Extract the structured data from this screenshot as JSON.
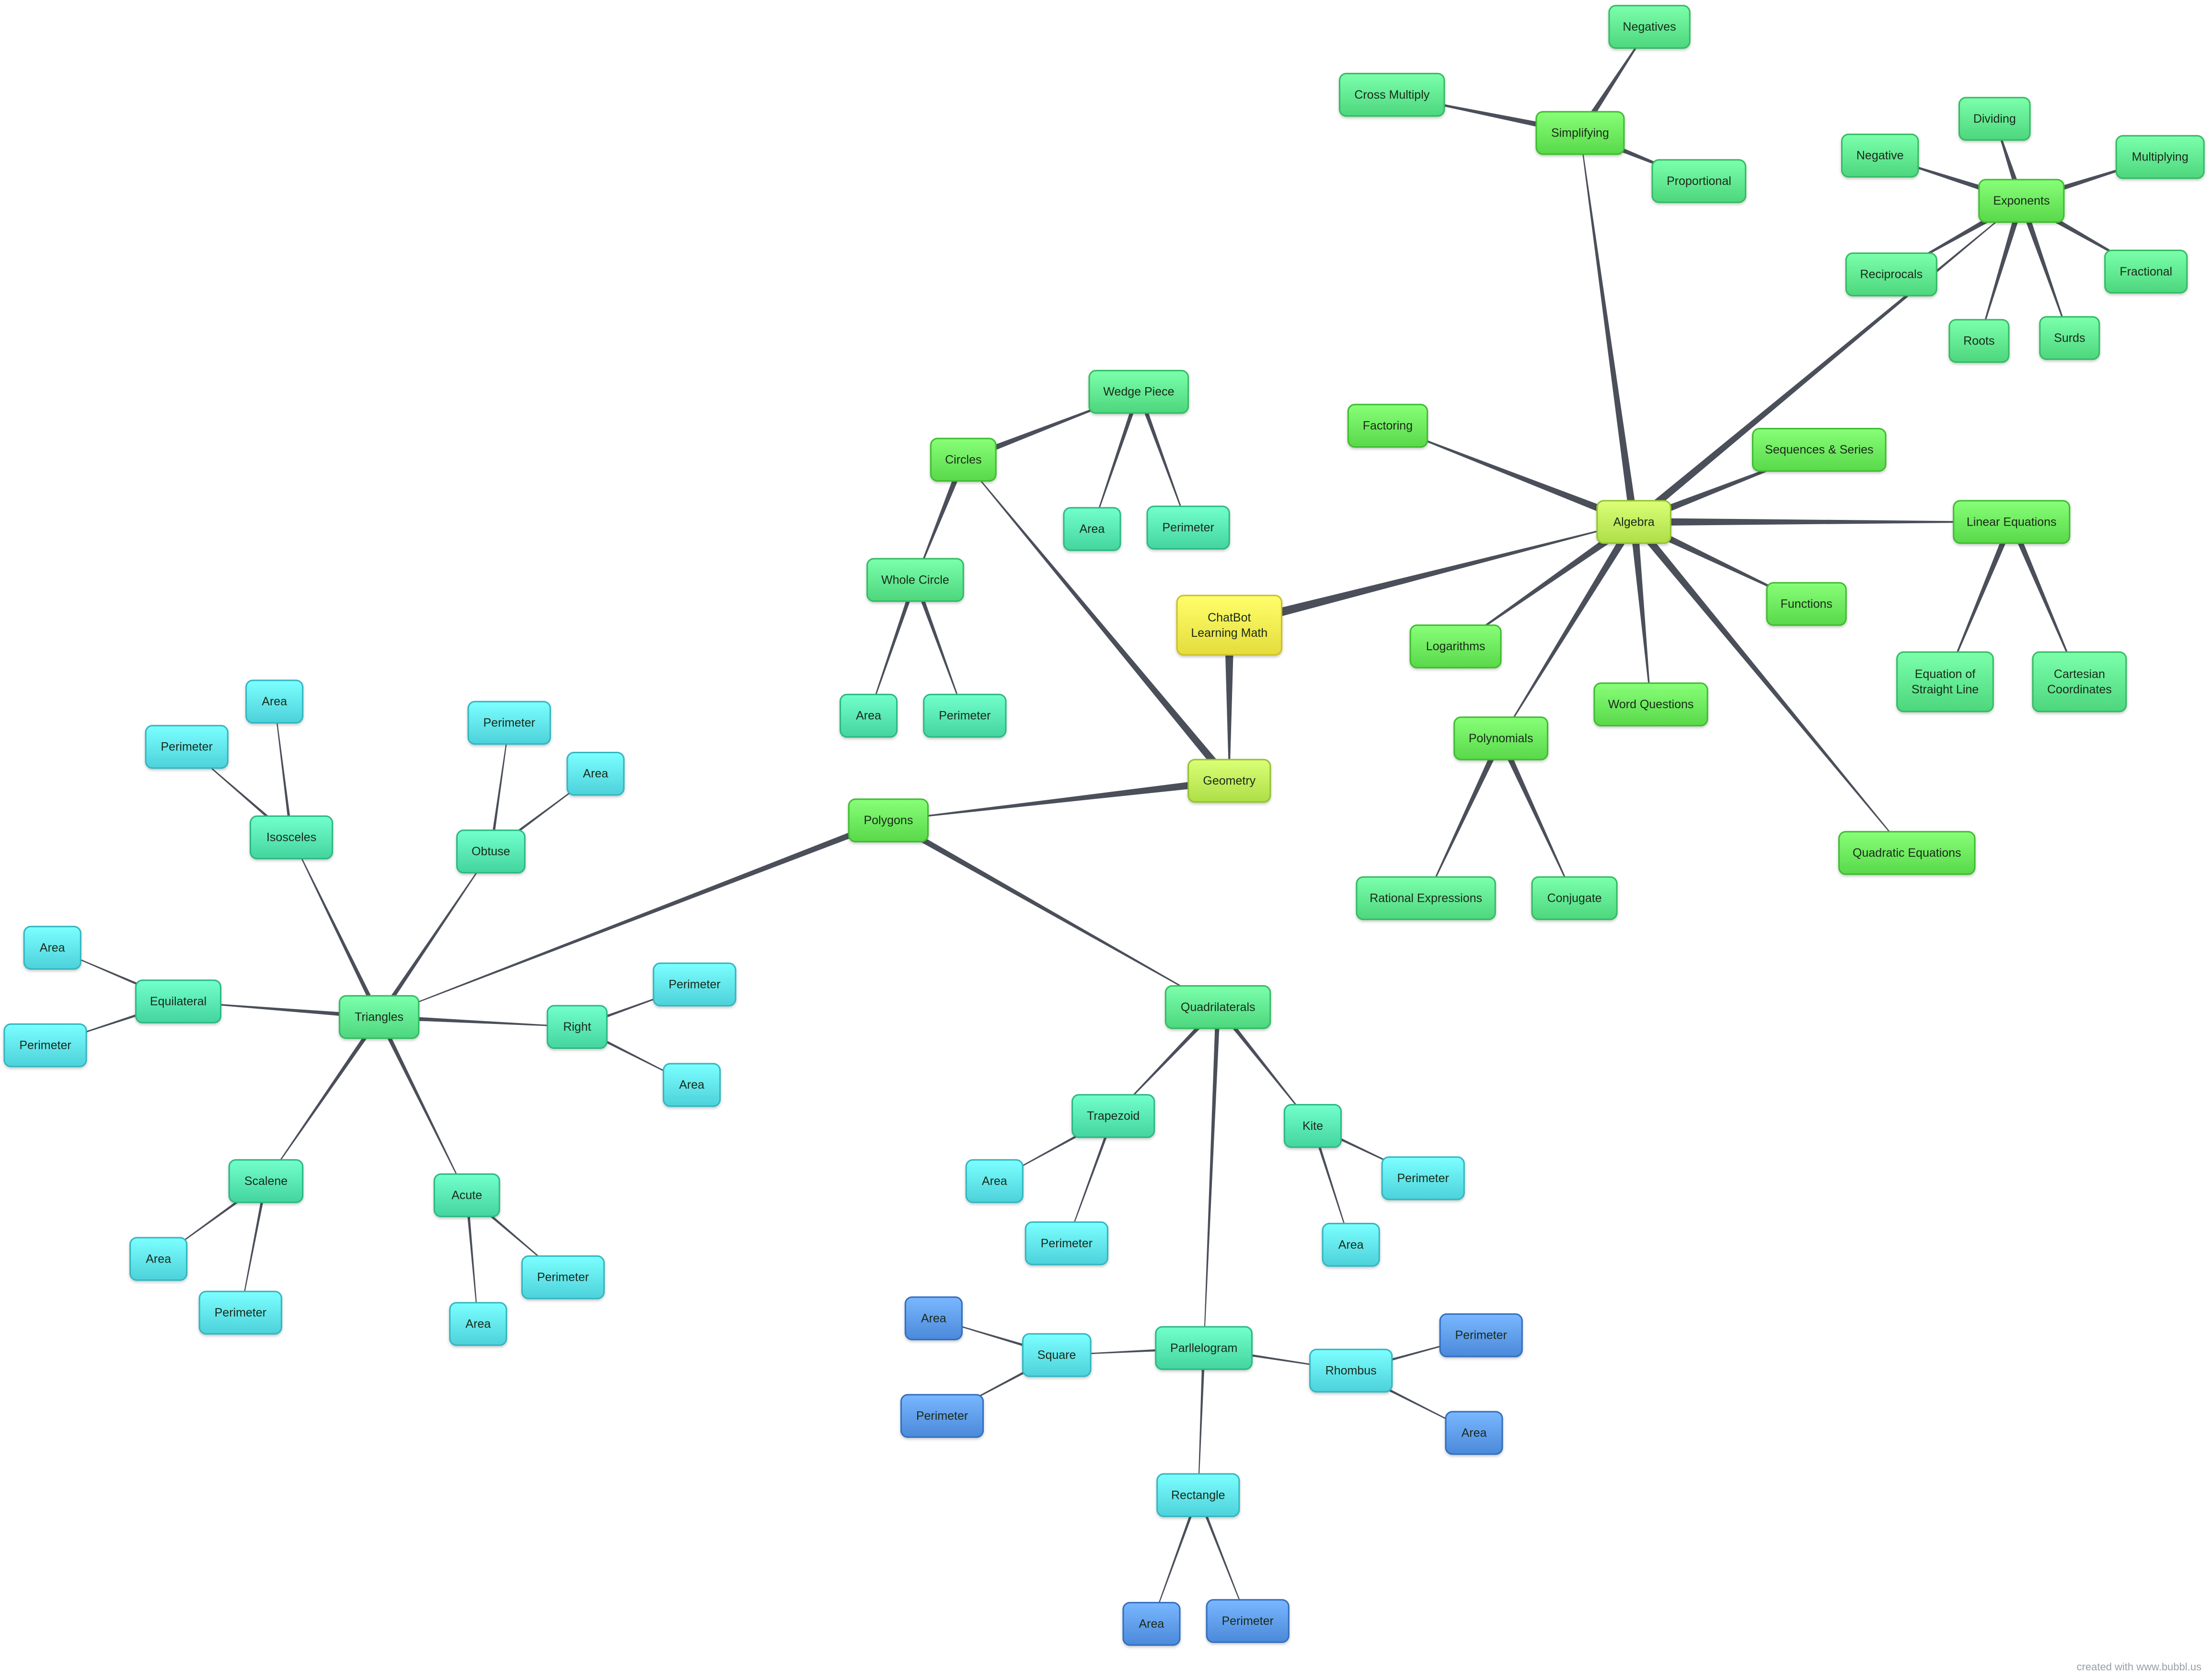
{
  "footer": "created with www.bubbl.us",
  "colors": {
    "edge": "#4a4f5a",
    "root": "#f7ee4f",
    "yellowgreen": "#bff05a",
    "green": "#6bea5c",
    "mint": "#5fe88f",
    "teal": "#56e6b0",
    "cyan": "#5fe3ec",
    "blue": "#5d9bec"
  },
  "diagram": {
    "root": "root",
    "nodes": [
      {
        "id": "root",
        "lines": [
          "ChatBot",
          "Learning Math"
        ],
        "color": "root"
      },
      {
        "id": "algebra",
        "lines": [
          "Algebra"
        ],
        "color": "yellowgreen"
      },
      {
        "id": "geometry",
        "lines": [
          "Geometry"
        ],
        "color": "yellowgreen"
      },
      {
        "id": "simplifying",
        "lines": [
          "Simplifying"
        ],
        "color": "green"
      },
      {
        "id": "negatives",
        "lines": [
          "Negatives"
        ],
        "color": "mint"
      },
      {
        "id": "crossmultiply",
        "lines": [
          "Cross Multiply"
        ],
        "color": "mint"
      },
      {
        "id": "proportional",
        "lines": [
          "Proportional"
        ],
        "color": "mint"
      },
      {
        "id": "exponents",
        "lines": [
          "Exponents"
        ],
        "color": "green"
      },
      {
        "id": "dividing",
        "lines": [
          "Dividing"
        ],
        "color": "mint"
      },
      {
        "id": "negative",
        "lines": [
          "Negative"
        ],
        "color": "mint"
      },
      {
        "id": "multiplying",
        "lines": [
          "Multiplying"
        ],
        "color": "mint"
      },
      {
        "id": "fractional",
        "lines": [
          "Fractional"
        ],
        "color": "mint"
      },
      {
        "id": "reciprocals",
        "lines": [
          "Reciprocals"
        ],
        "color": "mint"
      },
      {
        "id": "roots",
        "lines": [
          "Roots"
        ],
        "color": "mint"
      },
      {
        "id": "surds",
        "lines": [
          "Surds"
        ],
        "color": "mint"
      },
      {
        "id": "factoring",
        "lines": [
          "Factoring"
        ],
        "color": "green"
      },
      {
        "id": "sequences",
        "lines": [
          "Sequences & Series"
        ],
        "color": "green"
      },
      {
        "id": "linear",
        "lines": [
          "Linear Equations"
        ],
        "color": "green"
      },
      {
        "id": "eqline",
        "lines": [
          "Equation of",
          "Straight Line"
        ],
        "color": "mint"
      },
      {
        "id": "cartesian",
        "lines": [
          "Cartesian",
          "Coordinates"
        ],
        "color": "mint"
      },
      {
        "id": "functions",
        "lines": [
          "Functions"
        ],
        "color": "green"
      },
      {
        "id": "logarithms",
        "lines": [
          "Logarithms"
        ],
        "color": "green"
      },
      {
        "id": "wordq",
        "lines": [
          "Word Questions"
        ],
        "color": "green"
      },
      {
        "id": "polynomials",
        "lines": [
          "Polynomials"
        ],
        "color": "green"
      },
      {
        "id": "rational",
        "lines": [
          "Rational Expressions"
        ],
        "color": "mint"
      },
      {
        "id": "conjugate",
        "lines": [
          "Conjugate"
        ],
        "color": "mint"
      },
      {
        "id": "quadratic",
        "lines": [
          "Quadratic Equations"
        ],
        "color": "green"
      },
      {
        "id": "circles",
        "lines": [
          "Circles"
        ],
        "color": "green"
      },
      {
        "id": "wedge",
        "lines": [
          "Wedge Piece"
        ],
        "color": "mint"
      },
      {
        "id": "wedge-area",
        "lines": [
          "Area"
        ],
        "color": "teal"
      },
      {
        "id": "wedge-perim",
        "lines": [
          "Perimeter"
        ],
        "color": "teal"
      },
      {
        "id": "whole",
        "lines": [
          "Whole Circle"
        ],
        "color": "mint"
      },
      {
        "id": "whole-area",
        "lines": [
          "Area"
        ],
        "color": "teal"
      },
      {
        "id": "whole-perim",
        "lines": [
          "Perimeter"
        ],
        "color": "teal"
      },
      {
        "id": "polygons",
        "lines": [
          "Polygons"
        ],
        "color": "green"
      },
      {
        "id": "triangles",
        "lines": [
          "Triangles"
        ],
        "color": "mint"
      },
      {
        "id": "isosceles",
        "lines": [
          "Isosceles"
        ],
        "color": "teal"
      },
      {
        "id": "iso-area",
        "lines": [
          "Area"
        ],
        "color": "cyan"
      },
      {
        "id": "iso-perim",
        "lines": [
          "Perimeter"
        ],
        "color": "cyan"
      },
      {
        "id": "obtuse",
        "lines": [
          "Obtuse"
        ],
        "color": "teal"
      },
      {
        "id": "obt-perim",
        "lines": [
          "Perimeter"
        ],
        "color": "cyan"
      },
      {
        "id": "obt-area",
        "lines": [
          "Area"
        ],
        "color": "cyan"
      },
      {
        "id": "equilateral",
        "lines": [
          "Equilateral"
        ],
        "color": "teal"
      },
      {
        "id": "equ-area",
        "lines": [
          "Area"
        ],
        "color": "cyan"
      },
      {
        "id": "equ-perim",
        "lines": [
          "Perimeter"
        ],
        "color": "cyan"
      },
      {
        "id": "right",
        "lines": [
          "Right"
        ],
        "color": "teal"
      },
      {
        "id": "right-perim",
        "lines": [
          "Perimeter"
        ],
        "color": "cyan"
      },
      {
        "id": "right-area",
        "lines": [
          "Area"
        ],
        "color": "cyan"
      },
      {
        "id": "scalene",
        "lines": [
          "Scalene"
        ],
        "color": "teal"
      },
      {
        "id": "sca-area",
        "lines": [
          "Area"
        ],
        "color": "cyan"
      },
      {
        "id": "sca-perim",
        "lines": [
          "Perimeter"
        ],
        "color": "cyan"
      },
      {
        "id": "acute",
        "lines": [
          "Acute"
        ],
        "color": "teal"
      },
      {
        "id": "acu-perim",
        "lines": [
          "Perimeter"
        ],
        "color": "cyan"
      },
      {
        "id": "acu-area",
        "lines": [
          "Area"
        ],
        "color": "cyan"
      },
      {
        "id": "quadrilaterals",
        "lines": [
          "Quadrilaterals"
        ],
        "color": "mint"
      },
      {
        "id": "trapezoid",
        "lines": [
          "Trapezoid"
        ],
        "color": "teal"
      },
      {
        "id": "trap-area",
        "lines": [
          "Area"
        ],
        "color": "cyan"
      },
      {
        "id": "trap-perim",
        "lines": [
          "Perimeter"
        ],
        "color": "cyan"
      },
      {
        "id": "kite",
        "lines": [
          "Kite"
        ],
        "color": "teal"
      },
      {
        "id": "kite-perim",
        "lines": [
          "Perimeter"
        ],
        "color": "cyan"
      },
      {
        "id": "kite-area",
        "lines": [
          "Area"
        ],
        "color": "cyan"
      },
      {
        "id": "parallelogram",
        "lines": [
          "Parllelogram"
        ],
        "color": "teal"
      },
      {
        "id": "square",
        "lines": [
          "Square"
        ],
        "color": "cyan"
      },
      {
        "id": "sq-area",
        "lines": [
          "Area"
        ],
        "color": "blue"
      },
      {
        "id": "sq-perim",
        "lines": [
          "Perimeter"
        ],
        "color": "blue"
      },
      {
        "id": "rhombus",
        "lines": [
          "Rhombus"
        ],
        "color": "cyan"
      },
      {
        "id": "rh-perim",
        "lines": [
          "Perimeter"
        ],
        "color": "blue"
      },
      {
        "id": "rh-area",
        "lines": [
          "Area"
        ],
        "color": "blue"
      },
      {
        "id": "rectangle",
        "lines": [
          "Rectangle"
        ],
        "color": "cyan"
      },
      {
        "id": "rect-area",
        "lines": [
          "Area"
        ],
        "color": "blue"
      },
      {
        "id": "rect-perim",
        "lines": [
          "Perimeter"
        ],
        "color": "blue"
      }
    ],
    "edges": [
      [
        "root",
        "algebra"
      ],
      [
        "root",
        "geometry"
      ],
      [
        "algebra",
        "simplifying"
      ],
      [
        "simplifying",
        "negatives"
      ],
      [
        "simplifying",
        "crossmultiply"
      ],
      [
        "simplifying",
        "proportional"
      ],
      [
        "algebra",
        "exponents"
      ],
      [
        "exponents",
        "dividing"
      ],
      [
        "exponents",
        "negative"
      ],
      [
        "exponents",
        "multiplying"
      ],
      [
        "exponents",
        "fractional"
      ],
      [
        "exponents",
        "reciprocals"
      ],
      [
        "exponents",
        "roots"
      ],
      [
        "exponents",
        "surds"
      ],
      [
        "algebra",
        "factoring"
      ],
      [
        "algebra",
        "sequences"
      ],
      [
        "algebra",
        "linear"
      ],
      [
        "linear",
        "eqline"
      ],
      [
        "linear",
        "cartesian"
      ],
      [
        "algebra",
        "functions"
      ],
      [
        "algebra",
        "logarithms"
      ],
      [
        "algebra",
        "wordq"
      ],
      [
        "algebra",
        "polynomials"
      ],
      [
        "polynomials",
        "rational"
      ],
      [
        "polynomials",
        "conjugate"
      ],
      [
        "algebra",
        "quadratic"
      ],
      [
        "geometry",
        "circles"
      ],
      [
        "circles",
        "wedge"
      ],
      [
        "wedge",
        "wedge-area"
      ],
      [
        "wedge",
        "wedge-perim"
      ],
      [
        "circles",
        "whole"
      ],
      [
        "whole",
        "whole-area"
      ],
      [
        "whole",
        "whole-perim"
      ],
      [
        "geometry",
        "polygons"
      ],
      [
        "polygons",
        "triangles"
      ],
      [
        "triangles",
        "isosceles"
      ],
      [
        "isosceles",
        "iso-area"
      ],
      [
        "isosceles",
        "iso-perim"
      ],
      [
        "triangles",
        "obtuse"
      ],
      [
        "obtuse",
        "obt-perim"
      ],
      [
        "obtuse",
        "obt-area"
      ],
      [
        "triangles",
        "equilateral"
      ],
      [
        "equilateral",
        "equ-area"
      ],
      [
        "equilateral",
        "equ-perim"
      ],
      [
        "triangles",
        "right"
      ],
      [
        "right",
        "right-perim"
      ],
      [
        "right",
        "right-area"
      ],
      [
        "triangles",
        "scalene"
      ],
      [
        "scalene",
        "sca-area"
      ],
      [
        "scalene",
        "sca-perim"
      ],
      [
        "triangles",
        "acute"
      ],
      [
        "acute",
        "acu-perim"
      ],
      [
        "acute",
        "acu-area"
      ],
      [
        "polygons",
        "quadrilaterals"
      ],
      [
        "quadrilaterals",
        "trapezoid"
      ],
      [
        "trapezoid",
        "trap-area"
      ],
      [
        "trapezoid",
        "trap-perim"
      ],
      [
        "quadrilaterals",
        "kite"
      ],
      [
        "kite",
        "kite-perim"
      ],
      [
        "kite",
        "kite-area"
      ],
      [
        "quadrilaterals",
        "parallelogram"
      ],
      [
        "parallelogram",
        "square"
      ],
      [
        "square",
        "sq-area"
      ],
      [
        "square",
        "sq-perim"
      ],
      [
        "parallelogram",
        "rhombus"
      ],
      [
        "rhombus",
        "rh-perim"
      ],
      [
        "rhombus",
        "rh-area"
      ],
      [
        "parallelogram",
        "rectangle"
      ],
      [
        "rectangle",
        "rect-area"
      ],
      [
        "rectangle",
        "rect-perim"
      ]
    ]
  }
}
